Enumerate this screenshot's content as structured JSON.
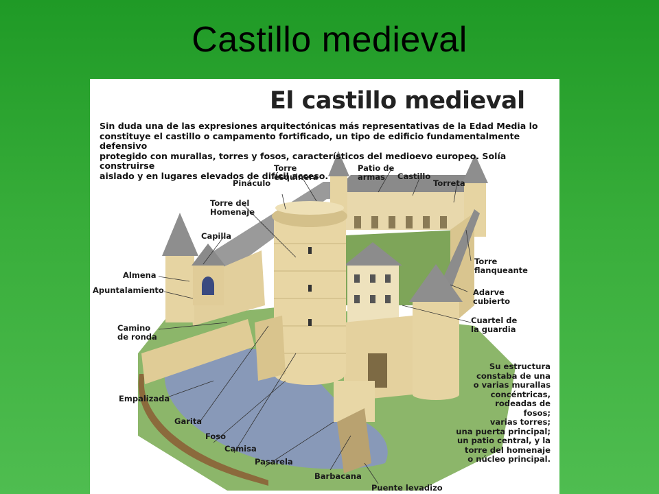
{
  "slide": {
    "title": "Castillo medieval"
  },
  "poster": {
    "heading": "El castillo medieval",
    "intro": "Sin duda una de las expresiones arquitectónicas más  representativas de la Edad Media lo\nconstituye el castillo o campamento  fortificado, un tipo de edificio fundamentalmente defensivo\nprotegido con  murallas, torres y fosos, característicos del medioevo europeo. Solía  construirse\naislado y en lugares elevados de difícil acceso.",
    "labels": {
      "torre_esquinera": "Torre\nesquinera",
      "patio_de_armas": "Patio de\narmas",
      "castillo": "Castillo",
      "pinaculo": "Pináculo",
      "torreta": "Torreta",
      "torre_homenaje": "Torre del\nHomenaje",
      "capilla": "Capilla",
      "almena": "Almena",
      "apuntalamiento": "Apuntalamiento",
      "camino_de_ronda": "Camino\nde ronda",
      "torre_flanqueante": "Torre\nflanqueante",
      "adarve_cubierto": "Adarve\ncubierto",
      "cuartel_guardia": "Cuartel de\nla guardia",
      "empalizada": "Empalizada",
      "garita": "Garita",
      "foso": "Foso",
      "camisa": "Camisa",
      "pasarela": "Pasarela",
      "barbacana": "Barbacana",
      "puente_levadizo": "Puente levadizo"
    },
    "summary": "Su estructura\nconstaba de una\no varias murallas\nconcéntricas,\nrodeadas de\nfosos;\nvarias torres;\nuna puerta principal;\nun patio central, y la\ntorre del homenaje\no núcleo principal."
  }
}
